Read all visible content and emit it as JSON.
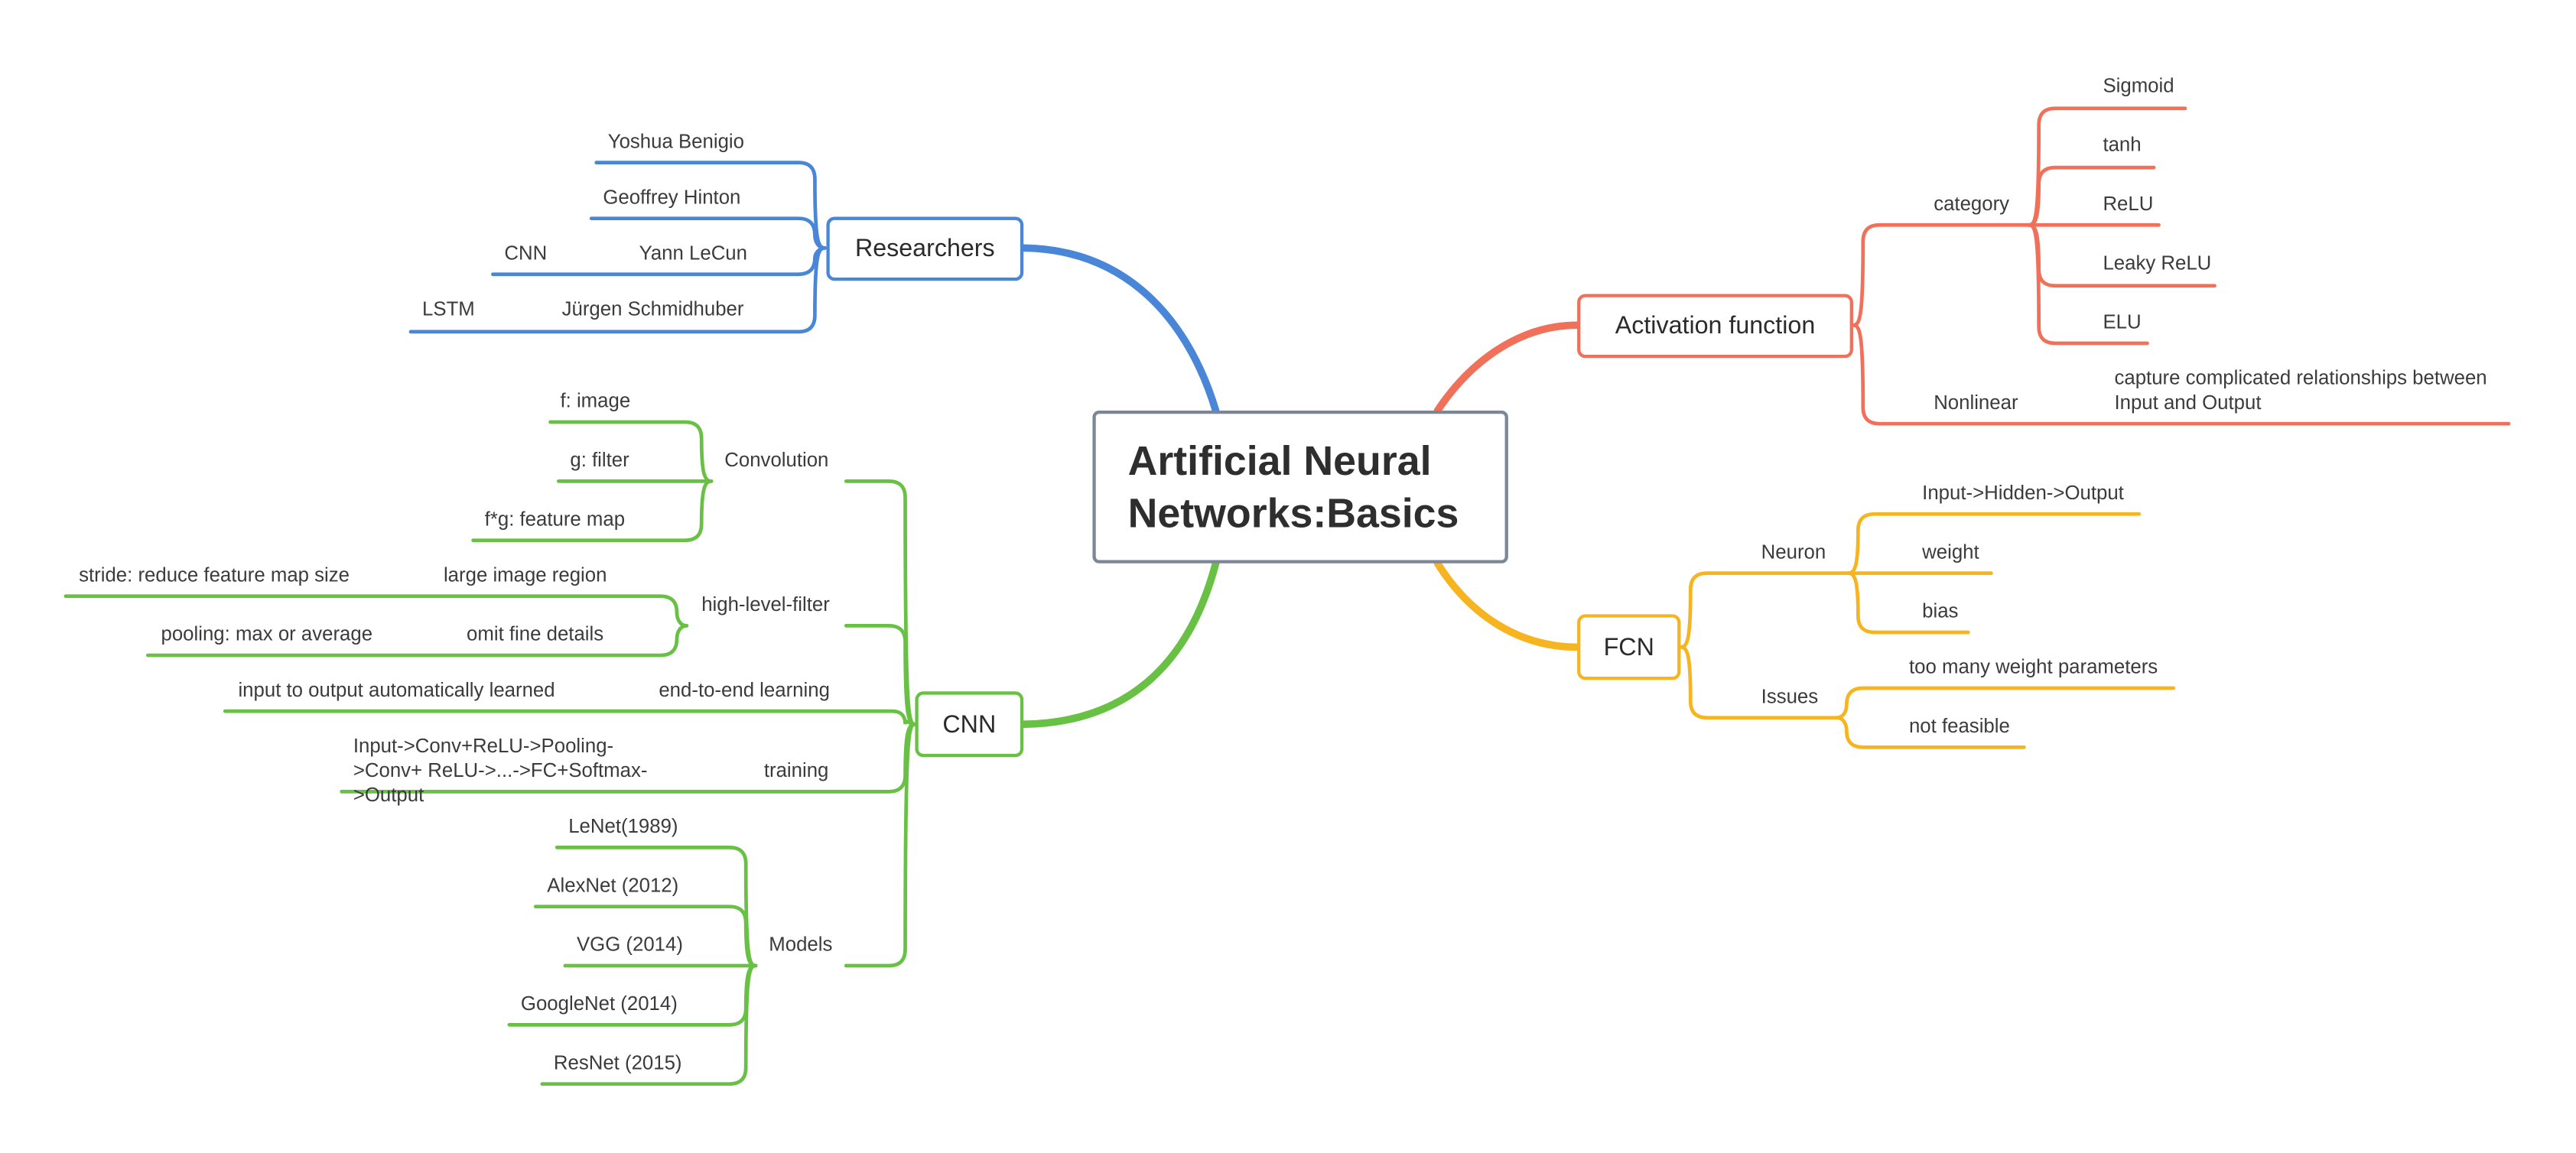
{
  "colors": {
    "researchers": "#4a86d8",
    "cnn": "#68c145",
    "activation": "#f0705a",
    "fcn": "#f6b520",
    "center_border": "#7b8796"
  },
  "center": {
    "title": "Artificial Neural\nNetworks:Basics"
  },
  "researchers": {
    "label": "Researchers",
    "items": [
      {
        "label": "Yoshua Benigio"
      },
      {
        "label": "Geoffrey Hinton"
      },
      {
        "label": "Yann LeCun",
        "child": "CNN"
      },
      {
        "label": "Jürgen Schmidhuber",
        "child": "LSTM"
      }
    ]
  },
  "cnn": {
    "label": "CNN",
    "convolution": {
      "label": "Convolution",
      "items": [
        "f: image",
        "g: filter",
        "f*g: feature map"
      ]
    },
    "high_level_filter": {
      "label": "high-level-filter",
      "items": [
        {
          "label": "large image region",
          "child": "stride: reduce feature map size"
        },
        {
          "label": "omit fine details",
          "child": "pooling: max or average"
        }
      ]
    },
    "end_to_end": {
      "label": "end-to-end learning",
      "child": "input to output automatically learned"
    },
    "training": {
      "label": "training",
      "child": "Input->Conv+ReLU->Pooling->Conv+ ReLU->...->FC+Softmax->Output"
    },
    "models": {
      "label": "Models",
      "items": [
        "LeNet(1989)",
        "AlexNet (2012)",
        "VGG (2014)",
        "GoogleNet (2014)",
        "ResNet (2015)"
      ]
    }
  },
  "activation": {
    "label": "Activation function",
    "category": {
      "label": "category",
      "items": [
        "Sigmoid",
        "tanh",
        "ReLU",
        "Leaky ReLU",
        "ELU"
      ]
    },
    "nonlinear": {
      "label": "Nonlinear",
      "child": "capture complicated relationships between Input and Output"
    }
  },
  "fcn": {
    "label": "FCN",
    "neuron": {
      "label": "Neuron",
      "items": [
        "Input->Hidden->Output",
        "weight",
        "bias"
      ]
    },
    "issues": {
      "label": "Issues",
      "items": [
        "too many weight parameters",
        "not feasible"
      ]
    }
  }
}
